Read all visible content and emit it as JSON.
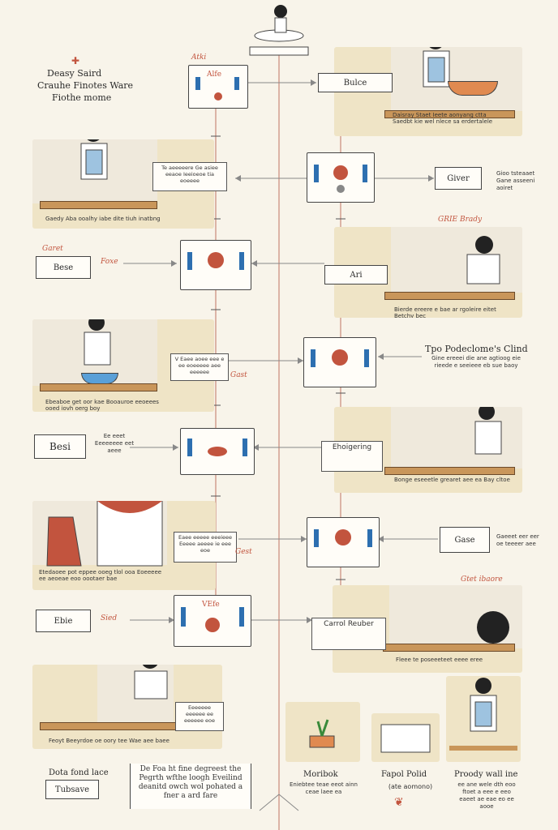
{
  "header": {
    "title_line1": "Deasy Saird",
    "title_line2": "Crauhe Finotes Ware",
    "title_line3": "Fiothe mome"
  },
  "labels": {
    "bulce": "Bulce",
    "giver": "Giver",
    "ari": "Ari",
    "top_right_title": "Tpo Podeclome's Clind",
    "ehoigering": "Ehoigering",
    "gase": "Gase",
    "carrol_reuber": "Carrol Reuber",
    "bese_left1": "Bese",
    "besi": "Besi",
    "ebie": "Ebie",
    "bottom_left_line1": "Dota fond lace",
    "bottom_left_line2": "Tubsave",
    "bottom_center": "De Foa ht fine degreest the Pegrth wfthe loogh Eveilind deanitd owch wol pohated a fner a ard fare",
    "moribok": "Moribok",
    "fapol_polid": "Fapol Polid",
    "fapol_sub": "(ate aomono)",
    "proody": "Proody wall ine",
    "card1_word": "Alfe",
    "card2_word": "VEfe",
    "red1": "Atki",
    "red2": "Garet",
    "red3": "Foxe",
    "red4": "Gast",
    "red5": "Gest",
    "red6": "Gtet ibaore",
    "red7": "Sied",
    "red8": "GRIE Brady"
  },
  "captions": {
    "scene1": "Daisray Staet Ieete aonyang ctta Saedbt kie wel nlece sa erdertalele",
    "scene2": "Gaedy Aba ooalhy iabe dite tiuh inatbng",
    "scene3": "Bierde ereere e bae ar rgoleire eitet Betchy bec",
    "scene4": "Ebeaboe get oor kae Booauroe eeoeees ooed iovh oerg boy",
    "scene5": "Bonge eseeetle grearet aee ea Bay cltoe",
    "scene6": "Etedaoee pot eppee ooeg tlol ooa Eoeeeee ee aeoeae eoo oootaer bae",
    "scene7": "Fleee te poseeeteet eeee eree",
    "scene8": "Feoyt Beeyrdoe oe oory tee Wae aee baee",
    "side_right1": "Gioo tsteaaet Gane asseeni aoiret",
    "side_right2": "Gine ereeei die ane agtioog eie rieede e seeieee eb sue baoy",
    "side_right3": "Gaeeet eer eer oe teeeer aee",
    "moribok_sub": "Eniebtee teae eeot ainn ceae laee ea",
    "proody_sub": "ee ane wele dth eoo ftoet a eee e eeo eaeet ae eae eo ee aooe"
  },
  "notes": {
    "n1": "Te aeeeeere Ge asiee eeaoe Ieeioeoe tia eoeeee",
    "n2": "V Eaee aoee eee e ee eoeeeee aee eeeeee",
    "n3": "Ee eeet Eeeeeeee eet aeee",
    "n4": "Eaee eeeee eeeieee Eeeee aeeee ie eee eoe",
    "n5": "Eeeeeee eeeeee ee eeeeee eoe"
  }
}
